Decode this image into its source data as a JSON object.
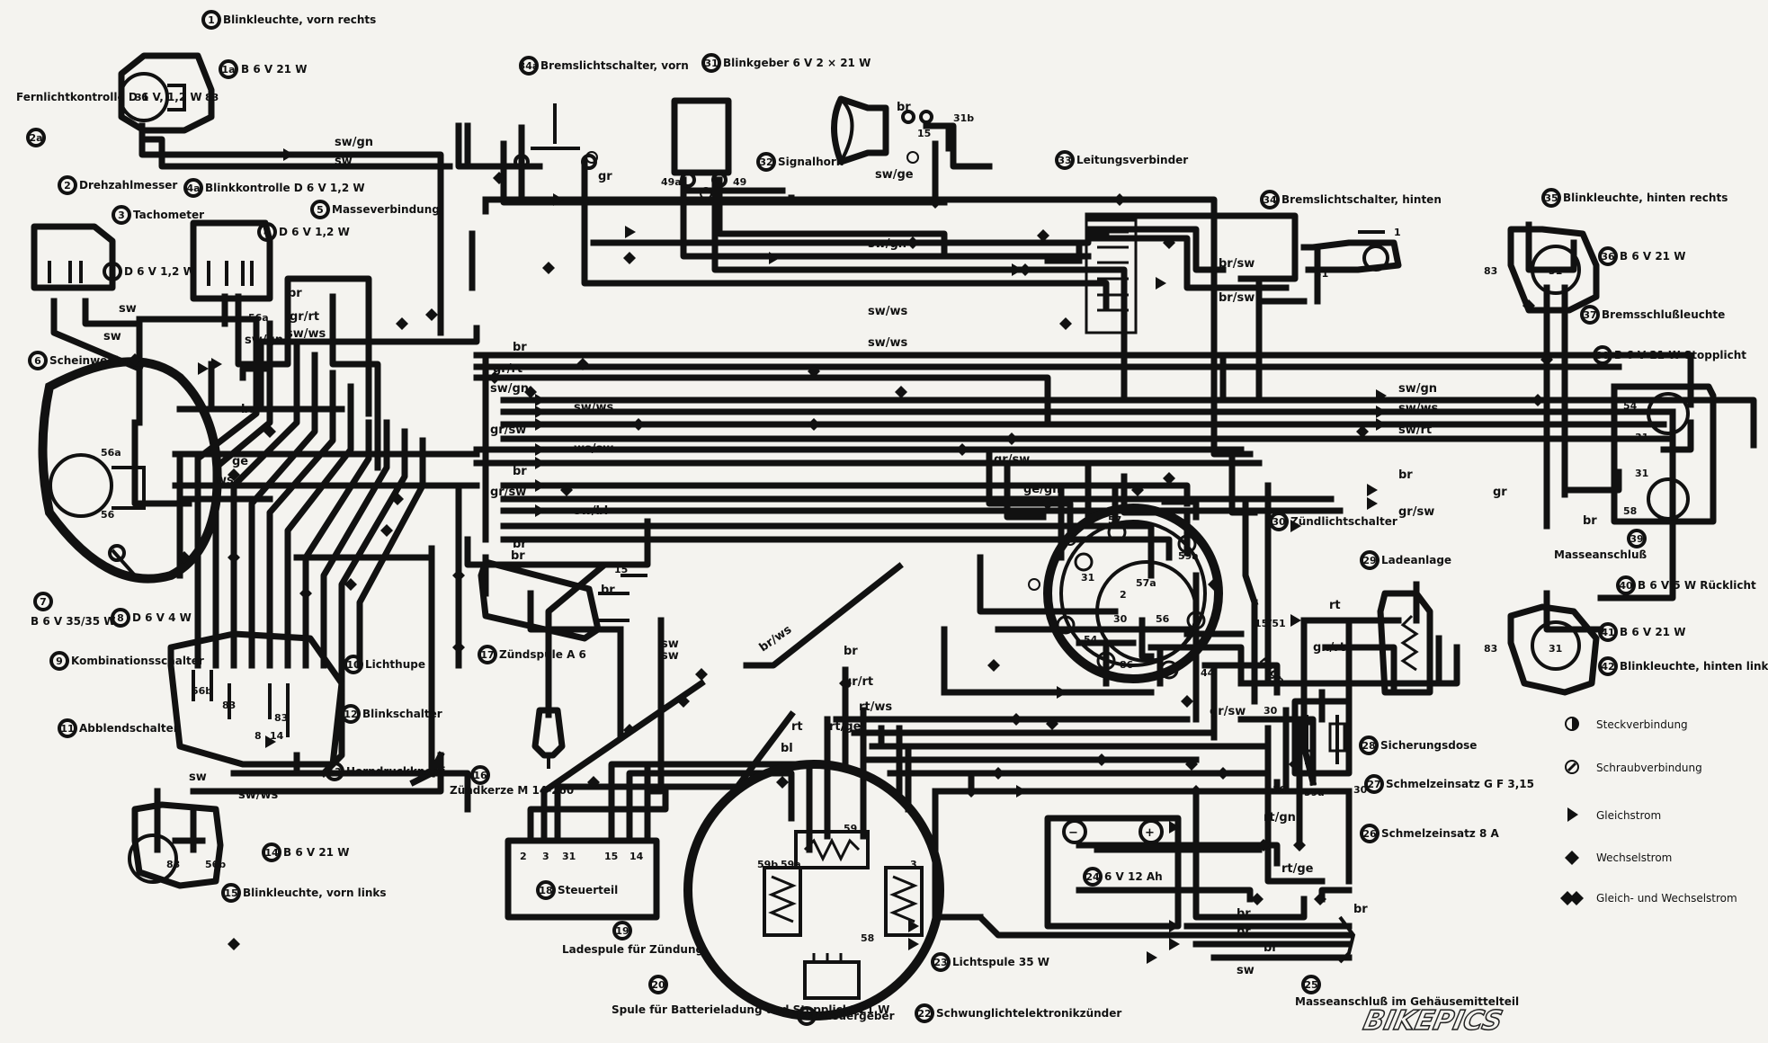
{
  "components": [
    {
      "num": "1",
      "label": "Blinkleuchte, vorn rechts"
    },
    {
      "num": "1a",
      "label": "B 6 V 21 W"
    },
    {
      "num": "2a",
      "label": "Fernlichtkontrolle D 6 V, 1,2 W"
    },
    {
      "num": "2",
      "label": "Drehzahlmesser"
    },
    {
      "num": "3",
      "label": "Tachometer"
    },
    {
      "num": "4",
      "label": "D 6 V 1,2 W"
    },
    {
      "num": "4",
      "label": "D 6 V 1,2 W"
    },
    {
      "num": "4a",
      "label": "Blinkkontrolle D 6 V 1,2 W"
    },
    {
      "num": "5",
      "label": "Masseverbindung"
    },
    {
      "num": "6",
      "label": "Scheinwerfer"
    },
    {
      "num": "7",
      "label": "B 6 V 35/35 W"
    },
    {
      "num": "8",
      "label": "D 6 V 4 W"
    },
    {
      "num": "9",
      "label": "Kombinationsschalter"
    },
    {
      "num": "10",
      "label": "Lichthupe"
    },
    {
      "num": "11",
      "label": "Abblendschalter"
    },
    {
      "num": "12",
      "label": "Blinkschalter"
    },
    {
      "num": "13",
      "label": "Horndruckknopf"
    },
    {
      "num": "14",
      "label": "B 6 V 21 W"
    },
    {
      "num": "15",
      "label": "Blinkleuchte, vorn links"
    },
    {
      "num": "16",
      "label": "Zündkerze M 14-260"
    },
    {
      "num": "17",
      "label": "Zündspule A 6"
    },
    {
      "num": "18",
      "label": "Steuerteil"
    },
    {
      "num": "19",
      "label": "Ladespule für Zündung"
    },
    {
      "num": "20",
      "label": "Spule für Batterieladung und Stopplicht 21 W"
    },
    {
      "num": "21",
      "label": "Steuergeber"
    },
    {
      "num": "22",
      "label": "Schwunglichtelektronikzünder"
    },
    {
      "num": "23",
      "label": "Lichtspule 35 W"
    },
    {
      "num": "24",
      "label": "6 V 12 Ah"
    },
    {
      "num": "25",
      "label": "Masseanschluß im Gehäusemittelteil"
    },
    {
      "num": "26",
      "label": "Schmelzeinsatz 8 A"
    },
    {
      "num": "27",
      "label": "Schmelzeinsatz G F 3,15"
    },
    {
      "num": "28",
      "label": "Sicherungsdose"
    },
    {
      "num": "29",
      "label": "Ladeanlage"
    },
    {
      "num": "30",
      "label": "Zündlichtschalter"
    },
    {
      "num": "31",
      "label": "Blinkgeber 6 V 2 × 21 W"
    },
    {
      "num": "32",
      "label": "Signalhorn"
    },
    {
      "num": "33",
      "label": "Leitungsverbinder"
    },
    {
      "num": "34",
      "label": "Bremslichtschalter, hinten"
    },
    {
      "num": "34a",
      "label": "Bremslichtschalter, vorn"
    },
    {
      "num": "35",
      "label": "Blinkleuchte, hinten rechts"
    },
    {
      "num": "36",
      "label": "B 6 V 21 W"
    },
    {
      "num": "37",
      "label": "Bremsschlußleuchte"
    },
    {
      "num": "38",
      "label": "B 6 V 21 W Stopplicht"
    },
    {
      "num": "39",
      "label": "Masseanschluß"
    },
    {
      "num": "40",
      "label": "B 6 V 5 W Rücklicht"
    },
    {
      "num": "41",
      "label": "B 6 V 21 W"
    },
    {
      "num": "42",
      "label": "Blinkleuchte, hinten links"
    }
  ],
  "wire_labels": [
    "sw/gn",
    "sw",
    "sw/ge",
    "br",
    "gr",
    "sw/gn",
    "br/sw",
    "br/sw",
    "sw/ws",
    "sw/ws",
    "br",
    "gr/rt",
    "sw/gn",
    "sw/ws",
    "gr/sw",
    "ws/sw",
    "br",
    "gr/sw",
    "sw/bl",
    "br",
    "sw/gn",
    "sw/ws",
    "sw/rt",
    "br",
    "gr",
    "br",
    "gr/sw",
    "gr/sw",
    "ge/gn",
    "br",
    "ge",
    "ws",
    "br",
    "gr/rt",
    "sw/ws",
    "sw/gn",
    "sw",
    "sw",
    "br/ws",
    "br",
    "gr/rt",
    "rt/ws",
    "rt/ge",
    "rt",
    "bl",
    "sw",
    "sw/ws",
    "sw",
    "rt",
    "gn/rt",
    "gr/sw",
    "rt/gn",
    "rt/gn",
    "rt/ge",
    "br",
    "br",
    "br",
    "sw",
    "br",
    "30",
    "30",
    "30",
    "59a",
    "15/51",
    "br",
    "br",
    "sw"
  ],
  "terminals": [
    "31",
    "83",
    "31",
    "83",
    "49a",
    "49",
    "15",
    "31b",
    "54",
    "31",
    "58",
    "31",
    "83",
    "31",
    "83",
    "56b",
    "56a",
    "56",
    "56a",
    "56b",
    "83",
    "83",
    "8",
    "14",
    "2",
    "3",
    "31",
    "15",
    "14",
    "59b",
    "59a",
    "59",
    "3",
    "58",
    "57",
    "59a",
    "31",
    "2",
    "57a",
    "30",
    "56",
    "54",
    "86",
    "44",
    "31",
    "1",
    "15"
  ],
  "legend": [
    {
      "symbol": "steck",
      "label": "Steckverbindung"
    },
    {
      "symbol": "schraub",
      "label": "Schraubverbindung"
    },
    {
      "symbol": "gleich",
      "label": "Gleichstrom"
    },
    {
      "symbol": "wechsel",
      "label": "Wechselstrom"
    },
    {
      "symbol": "beide",
      "label": "Gleich- und Wechselstrom"
    }
  ],
  "battery": {
    "minus": "−",
    "plus": "+"
  },
  "watermark": "BIKEPICS"
}
